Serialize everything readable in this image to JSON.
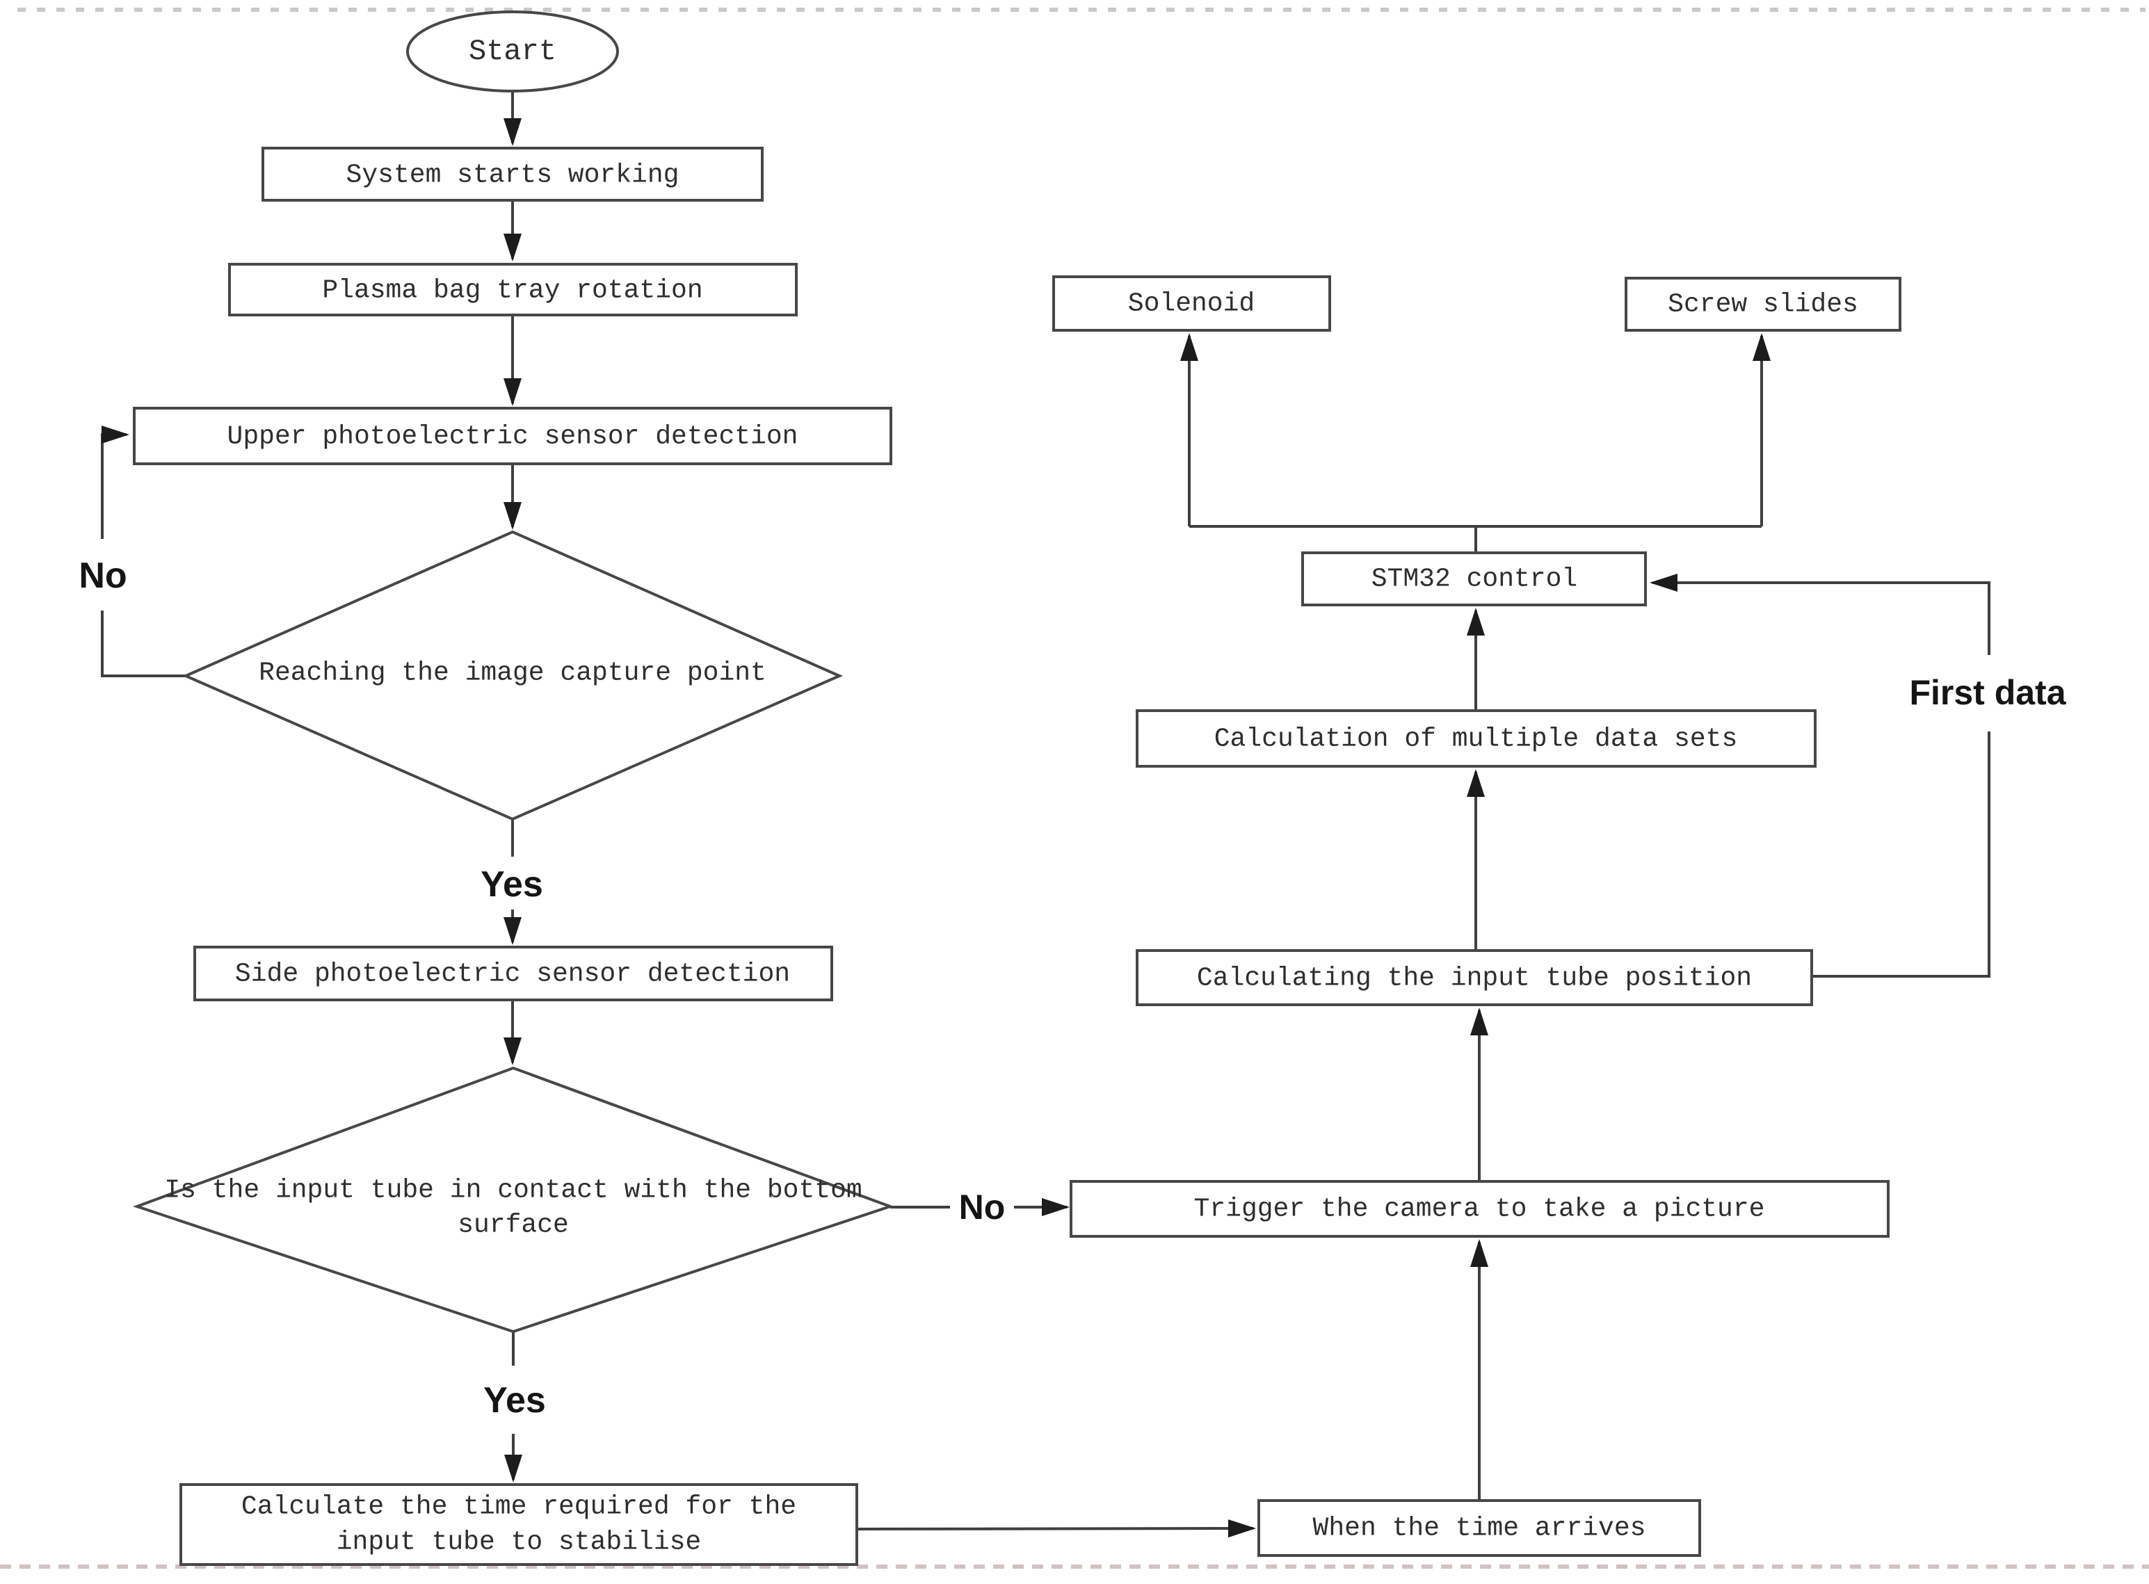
{
  "figure": {
    "type": "flowchart",
    "background": "#ffffff"
  },
  "labels": {
    "start": "Start",
    "system": "System starts working",
    "plasma": "Plasma bag tray rotation",
    "upper": "Upper photoelectric sensor detection",
    "decision1": "Reaching the image capture point",
    "side": "Side photoelectric sensor detection",
    "decision2_line1": "Is the input tube in contact with the bottom",
    "decision2_line2": "surface",
    "calc_line1": "Calculate the time required for the",
    "calc_line2": "input tube to stabilise",
    "solenoid": "Solenoid",
    "screw": "Screw slides",
    "stm32": "STM32 control",
    "multi": "Calculation of multiple data sets",
    "position": "Calculating the input tube position",
    "trigger": "Trigger the camera to take a picture",
    "when": "When the time arrives",
    "no1": "No",
    "yes1": "Yes",
    "no2": "No",
    "yes2": "Yes",
    "first_data": "First data"
  },
  "colors": {
    "shape_stroke": "#474747",
    "connector_stroke": "#3f3f3f",
    "arrowhead": "#1c1c1c",
    "node_text": "#2e2e2e",
    "branch_text": "#151515",
    "top_border": "#c9c9c9",
    "bottom_border": "#d2c2c2",
    "background": "#ffffff"
  }
}
